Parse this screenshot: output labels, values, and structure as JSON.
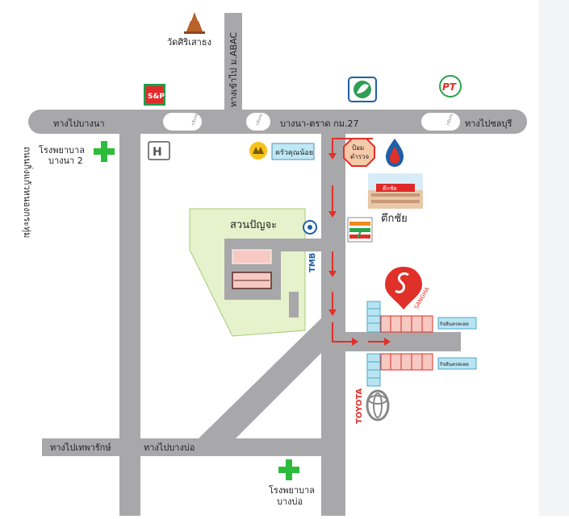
{
  "map": {
    "labels": {
      "temple": "วัดศิริเสาธง",
      "abac_road": "ทางเข้าไป ม.ABAC",
      "to_bangna": "ทางไปบางนา",
      "bangna_trad": "บางนา-ตราด กม.27",
      "to_chonburi": "ทางไปชลบุรี",
      "hospital_bangna2": [
        "โรงพยาบาล",
        "บางนา 2"
      ],
      "kingkaew_road": "ถนนกิ่งแก้วหนองกระทุ่ม",
      "restaurant": "ครัวคุณน้อย",
      "police_box": [
        "ป้อม",
        "ตำรวจ"
      ],
      "building": "ตึกชัย",
      "park": "สวนปัญจะ",
      "tmb": "TMB",
      "sangha": "SANGHA",
      "shop_sign_1": "กิจสินครคเพล",
      "shop_sign_2": "กิจสินครคเพล",
      "toyota": "TOYOTA",
      "to_thepharak": "ทางไปเทพารักษ์",
      "to_bangbo": "ทางไปบางบ่อ",
      "hospital_bangbo": [
        "โรงพยาบาล",
        "บางบ่อ"
      ],
      "sp_logo": "S&P",
      "pt_logo": "PT",
      "uturn": "กลับรถ",
      "sign_building": "ตึกชัย"
    },
    "colors": {
      "road": "#a8a8aa",
      "park": "#e6f2cc",
      "block": "#888888",
      "route": "#e0302a",
      "hospital": "#2dbb3c",
      "shop_pink": "#f6c9c2",
      "shop_blue": "#b8e4f2"
    },
    "icons": [
      "temple-icon",
      "sp-logo-icon",
      "bangchak-logo-icon",
      "pt-logo-icon",
      "honda-logo-icon",
      "krungsri-logo-icon",
      "police-box-icon",
      "ptt-logo-icon",
      "seven-eleven-icon",
      "tmb-icon",
      "sangha-pin-icon",
      "toyota-logo-icon",
      "hospital-cross-icon"
    ]
  }
}
